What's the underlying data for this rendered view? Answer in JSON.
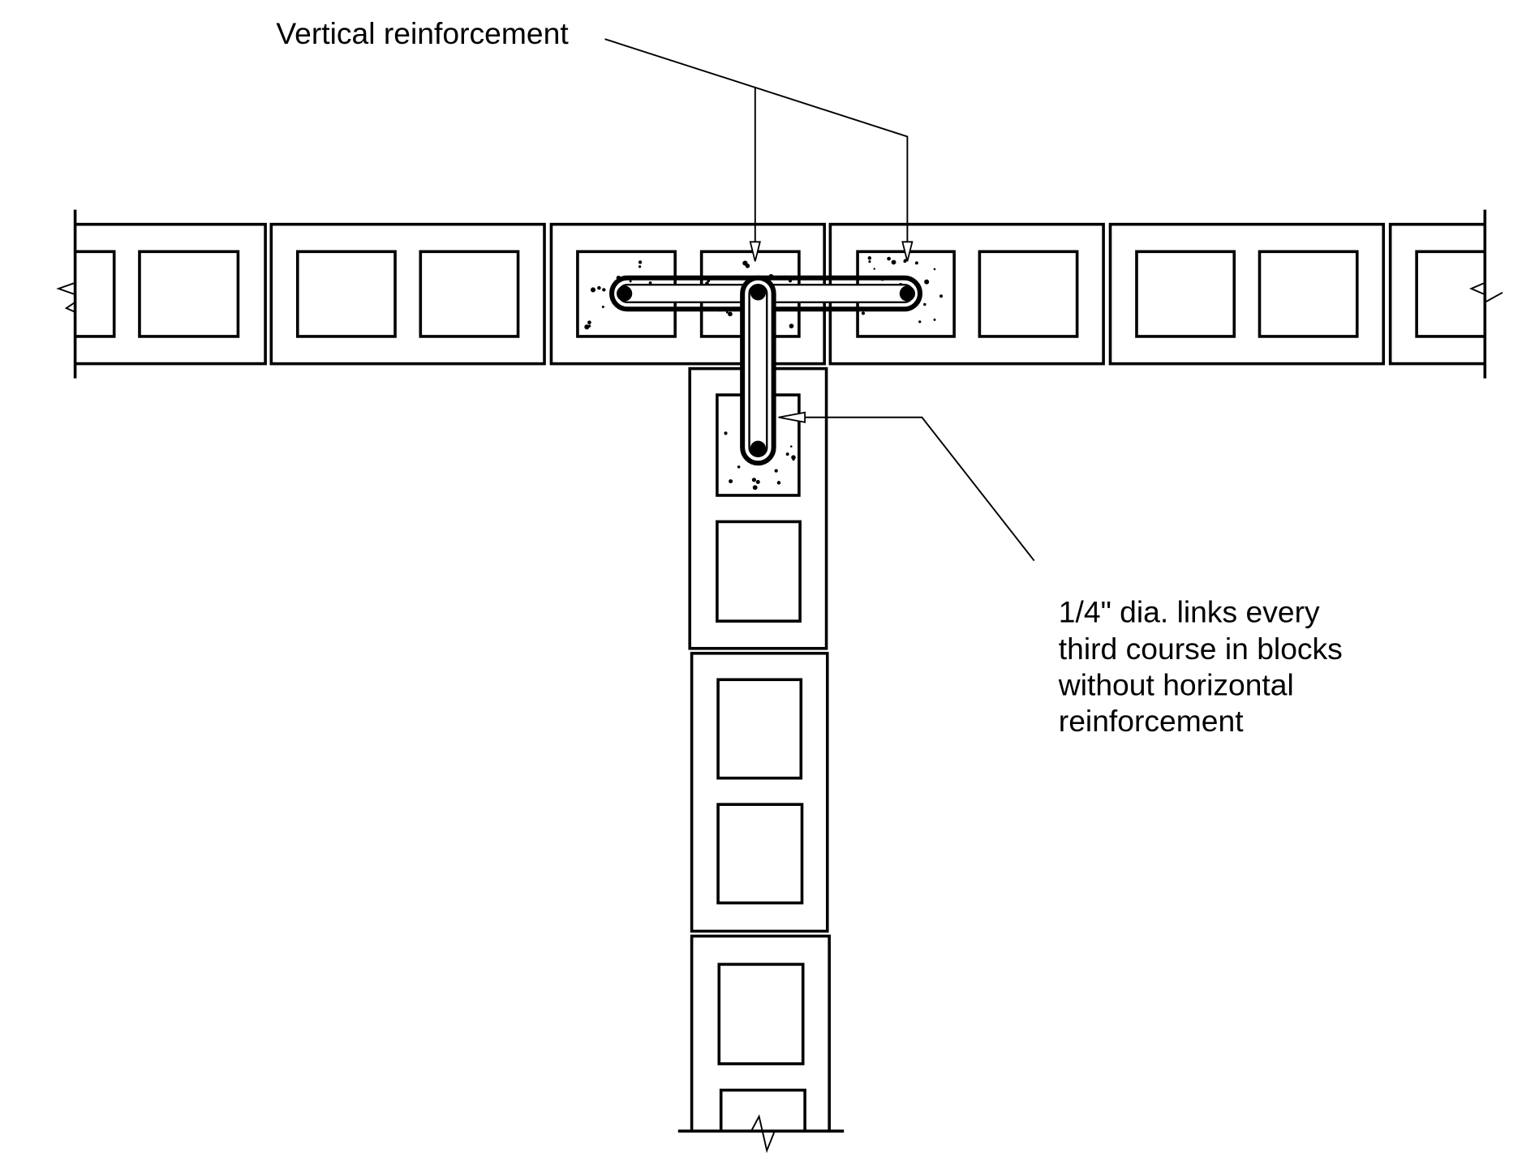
{
  "labels": {
    "vertical_reinforcement": "Vertical reinforcement",
    "links_note": [
      "1/4\" dia. links every",
      "third course in blocks",
      "without horizontal",
      "reinforcement"
    ]
  },
  "colors": {
    "ink": "#000000",
    "paper": "#ffffff"
  }
}
